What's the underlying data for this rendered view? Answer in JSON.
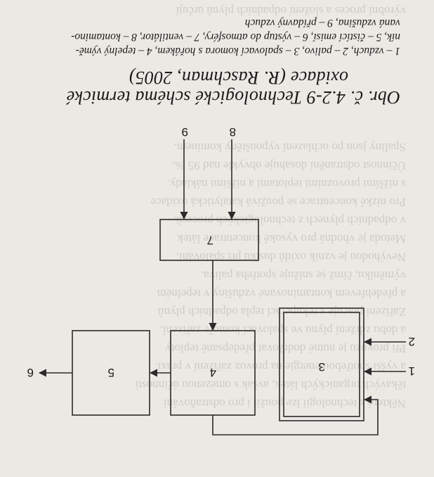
{
  "caption": {
    "title_line1": "Obr. č. 4.2-9 Technologické schéma termické",
    "title_line2": "oxidace (R. Raschman, 2005)",
    "legend_line1": "1 – vzduch, 2 – palivo, 3 – spalovací komora s hořákem, 4 – tepelný výmě-",
    "legend_line2": "ník, 5 – čistící emisí, 6 – výstup do atmosféry, 7 – ventilátor, 8 – kontamino-",
    "legend_line3": "vaná vzdušina, 9 – přídavný vzduch"
  },
  "diagram": {
    "label_1": "1",
    "label_2": "2",
    "label_3": "3",
    "label_4": "4",
    "label_5": "5",
    "label_6": "6",
    "label_7": "7",
    "label_8": "8",
    "label_9": "9"
  },
  "colors": {
    "paper": "#ece9e4",
    "ink": "#1a1a1a"
  }
}
